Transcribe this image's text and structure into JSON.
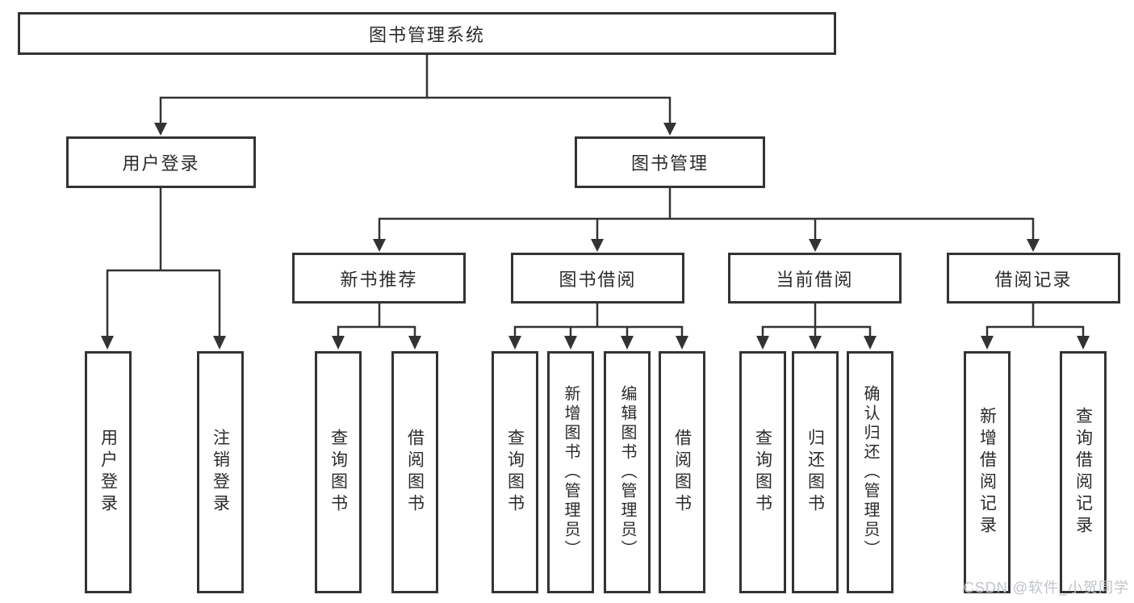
{
  "diagram": {
    "root": {
      "label": "图书管理系统"
    },
    "branches": [
      {
        "label": "用户登录",
        "children": [
          {
            "label": "用户登录"
          },
          {
            "label": "注销登录"
          }
        ]
      },
      {
        "label": "图书管理",
        "children": [
          {
            "label": "新书推荐",
            "children": [
              {
                "label": "查询图书"
              },
              {
                "label": "借阅图书"
              }
            ]
          },
          {
            "label": "图书借阅",
            "children": [
              {
                "label": "查询图书"
              },
              {
                "label": "新增图书（管理员）"
              },
              {
                "label": "编辑图书（管理员）"
              },
              {
                "label": "借阅图书"
              }
            ]
          },
          {
            "label": "当前借阅",
            "children": [
              {
                "label": "查询图书"
              },
              {
                "label": "归还图书"
              },
              {
                "label": "确认归还（管理员）"
              }
            ]
          },
          {
            "label": "借阅记录",
            "children": [
              {
                "label": "新增借阅记录"
              },
              {
                "label": "查询借阅记录"
              }
            ]
          }
        ]
      }
    ]
  },
  "watermark": "CSDN @软件_小贺同学",
  "colors": {
    "line": "#333333",
    "text": "#2b2b2b",
    "box_background": "#ffffff",
    "watermark": "#c0c4c9"
  }
}
